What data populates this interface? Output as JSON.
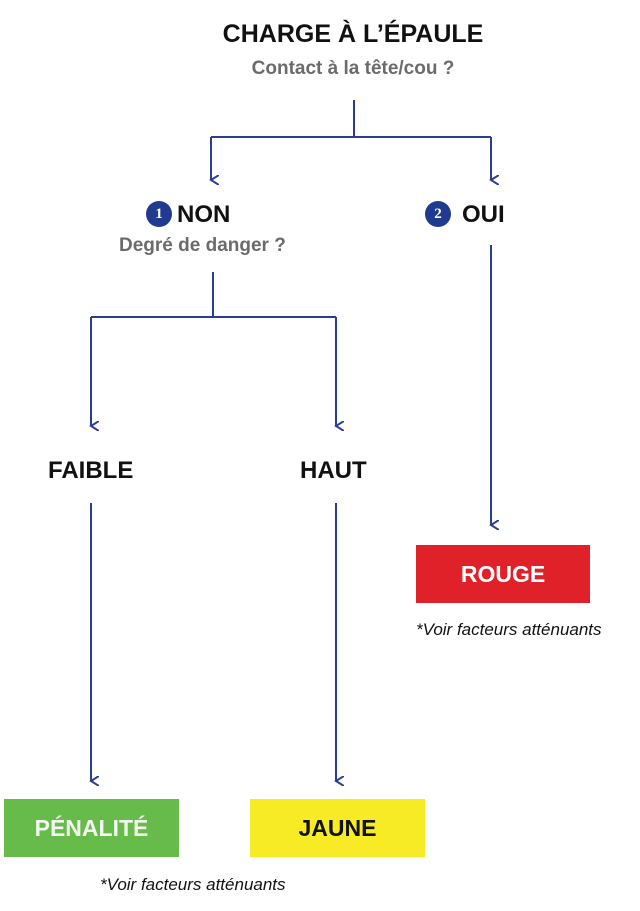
{
  "title": "CHARGE À L’ÉPAULE",
  "question": "Contact à la tête/cou ?",
  "branch_no": {
    "number": "1",
    "label": "NON",
    "question": "Degré de danger ?"
  },
  "branch_yes": {
    "number": "2",
    "label": "OUI"
  },
  "low": "FAIBLE",
  "high": "HAUT",
  "outcomes": {
    "penalty": {
      "label": "PÉNALITÉ",
      "color": "#66bb4a"
    },
    "yellow": {
      "label": "JAUNE",
      "color": "#f6eb25"
    },
    "red": {
      "label": "ROUGE",
      "color": "#e02129"
    }
  },
  "note": "*Voir facteurs atténuants",
  "line_color": "#2a3d96"
}
